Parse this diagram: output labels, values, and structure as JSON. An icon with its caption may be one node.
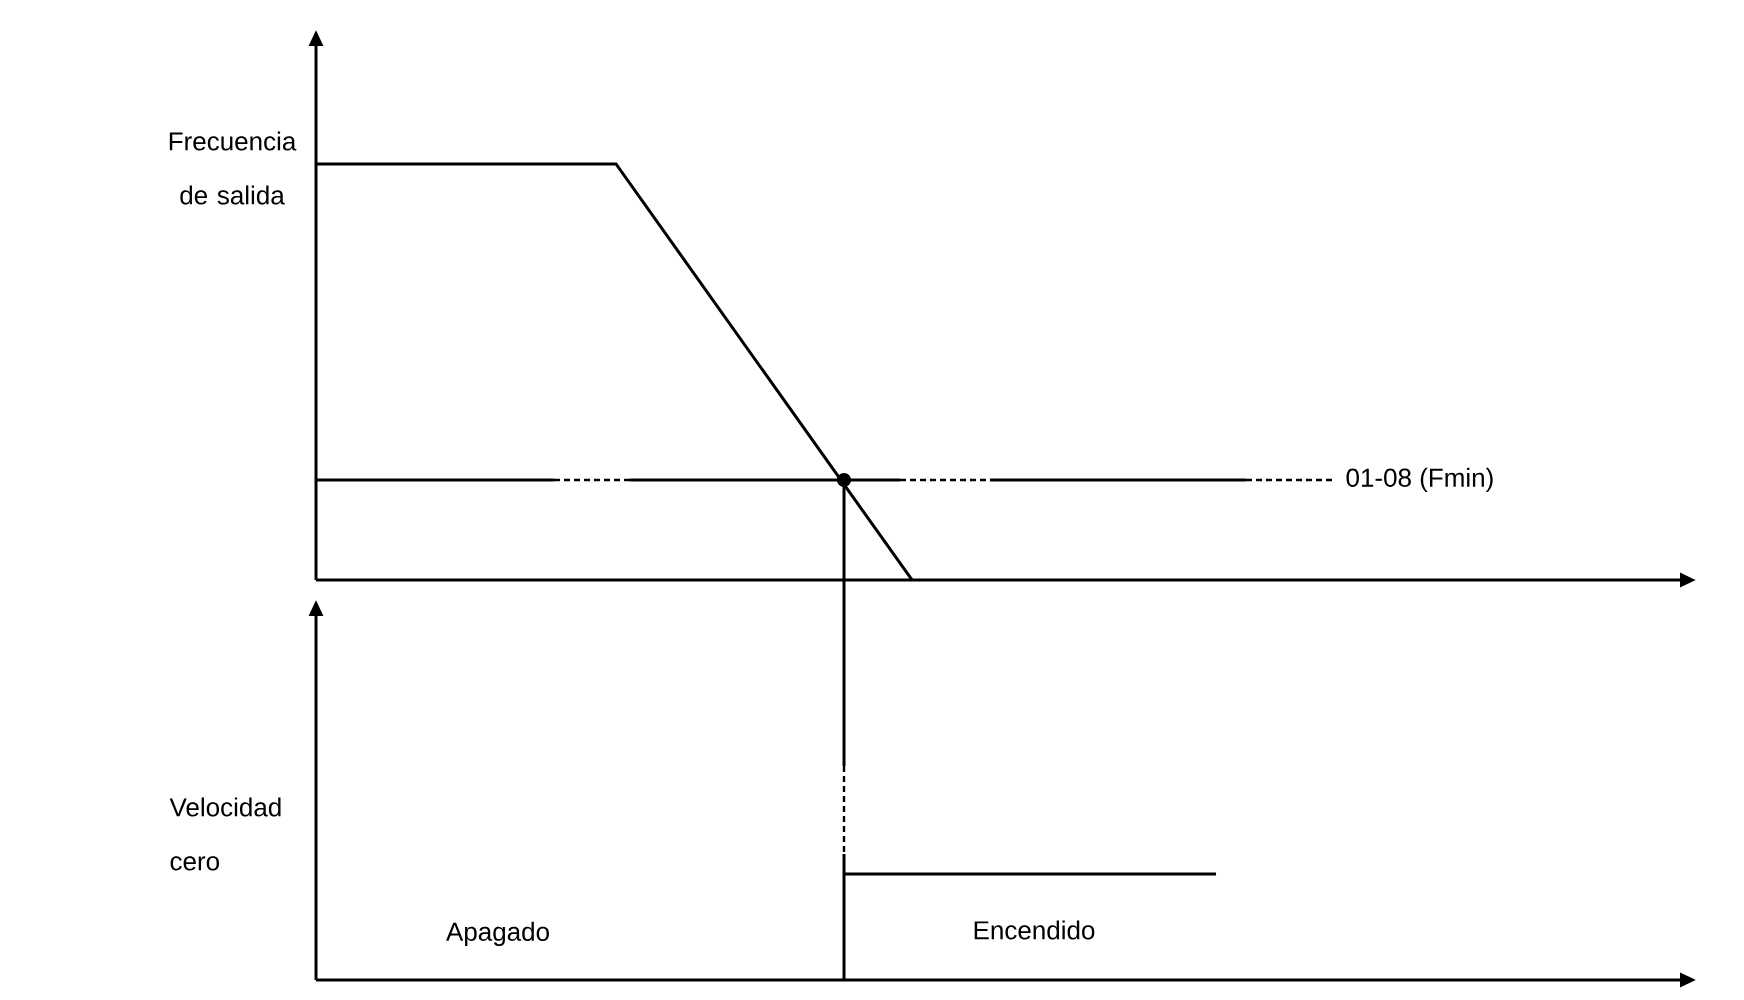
{
  "diagram": {
    "labels": [
      "Frecuencia de salida",
      "01-08 (Fmin)",
      "Velocidad cero",
      "Apagado",
      "Encendido"
    ]
  }
}
